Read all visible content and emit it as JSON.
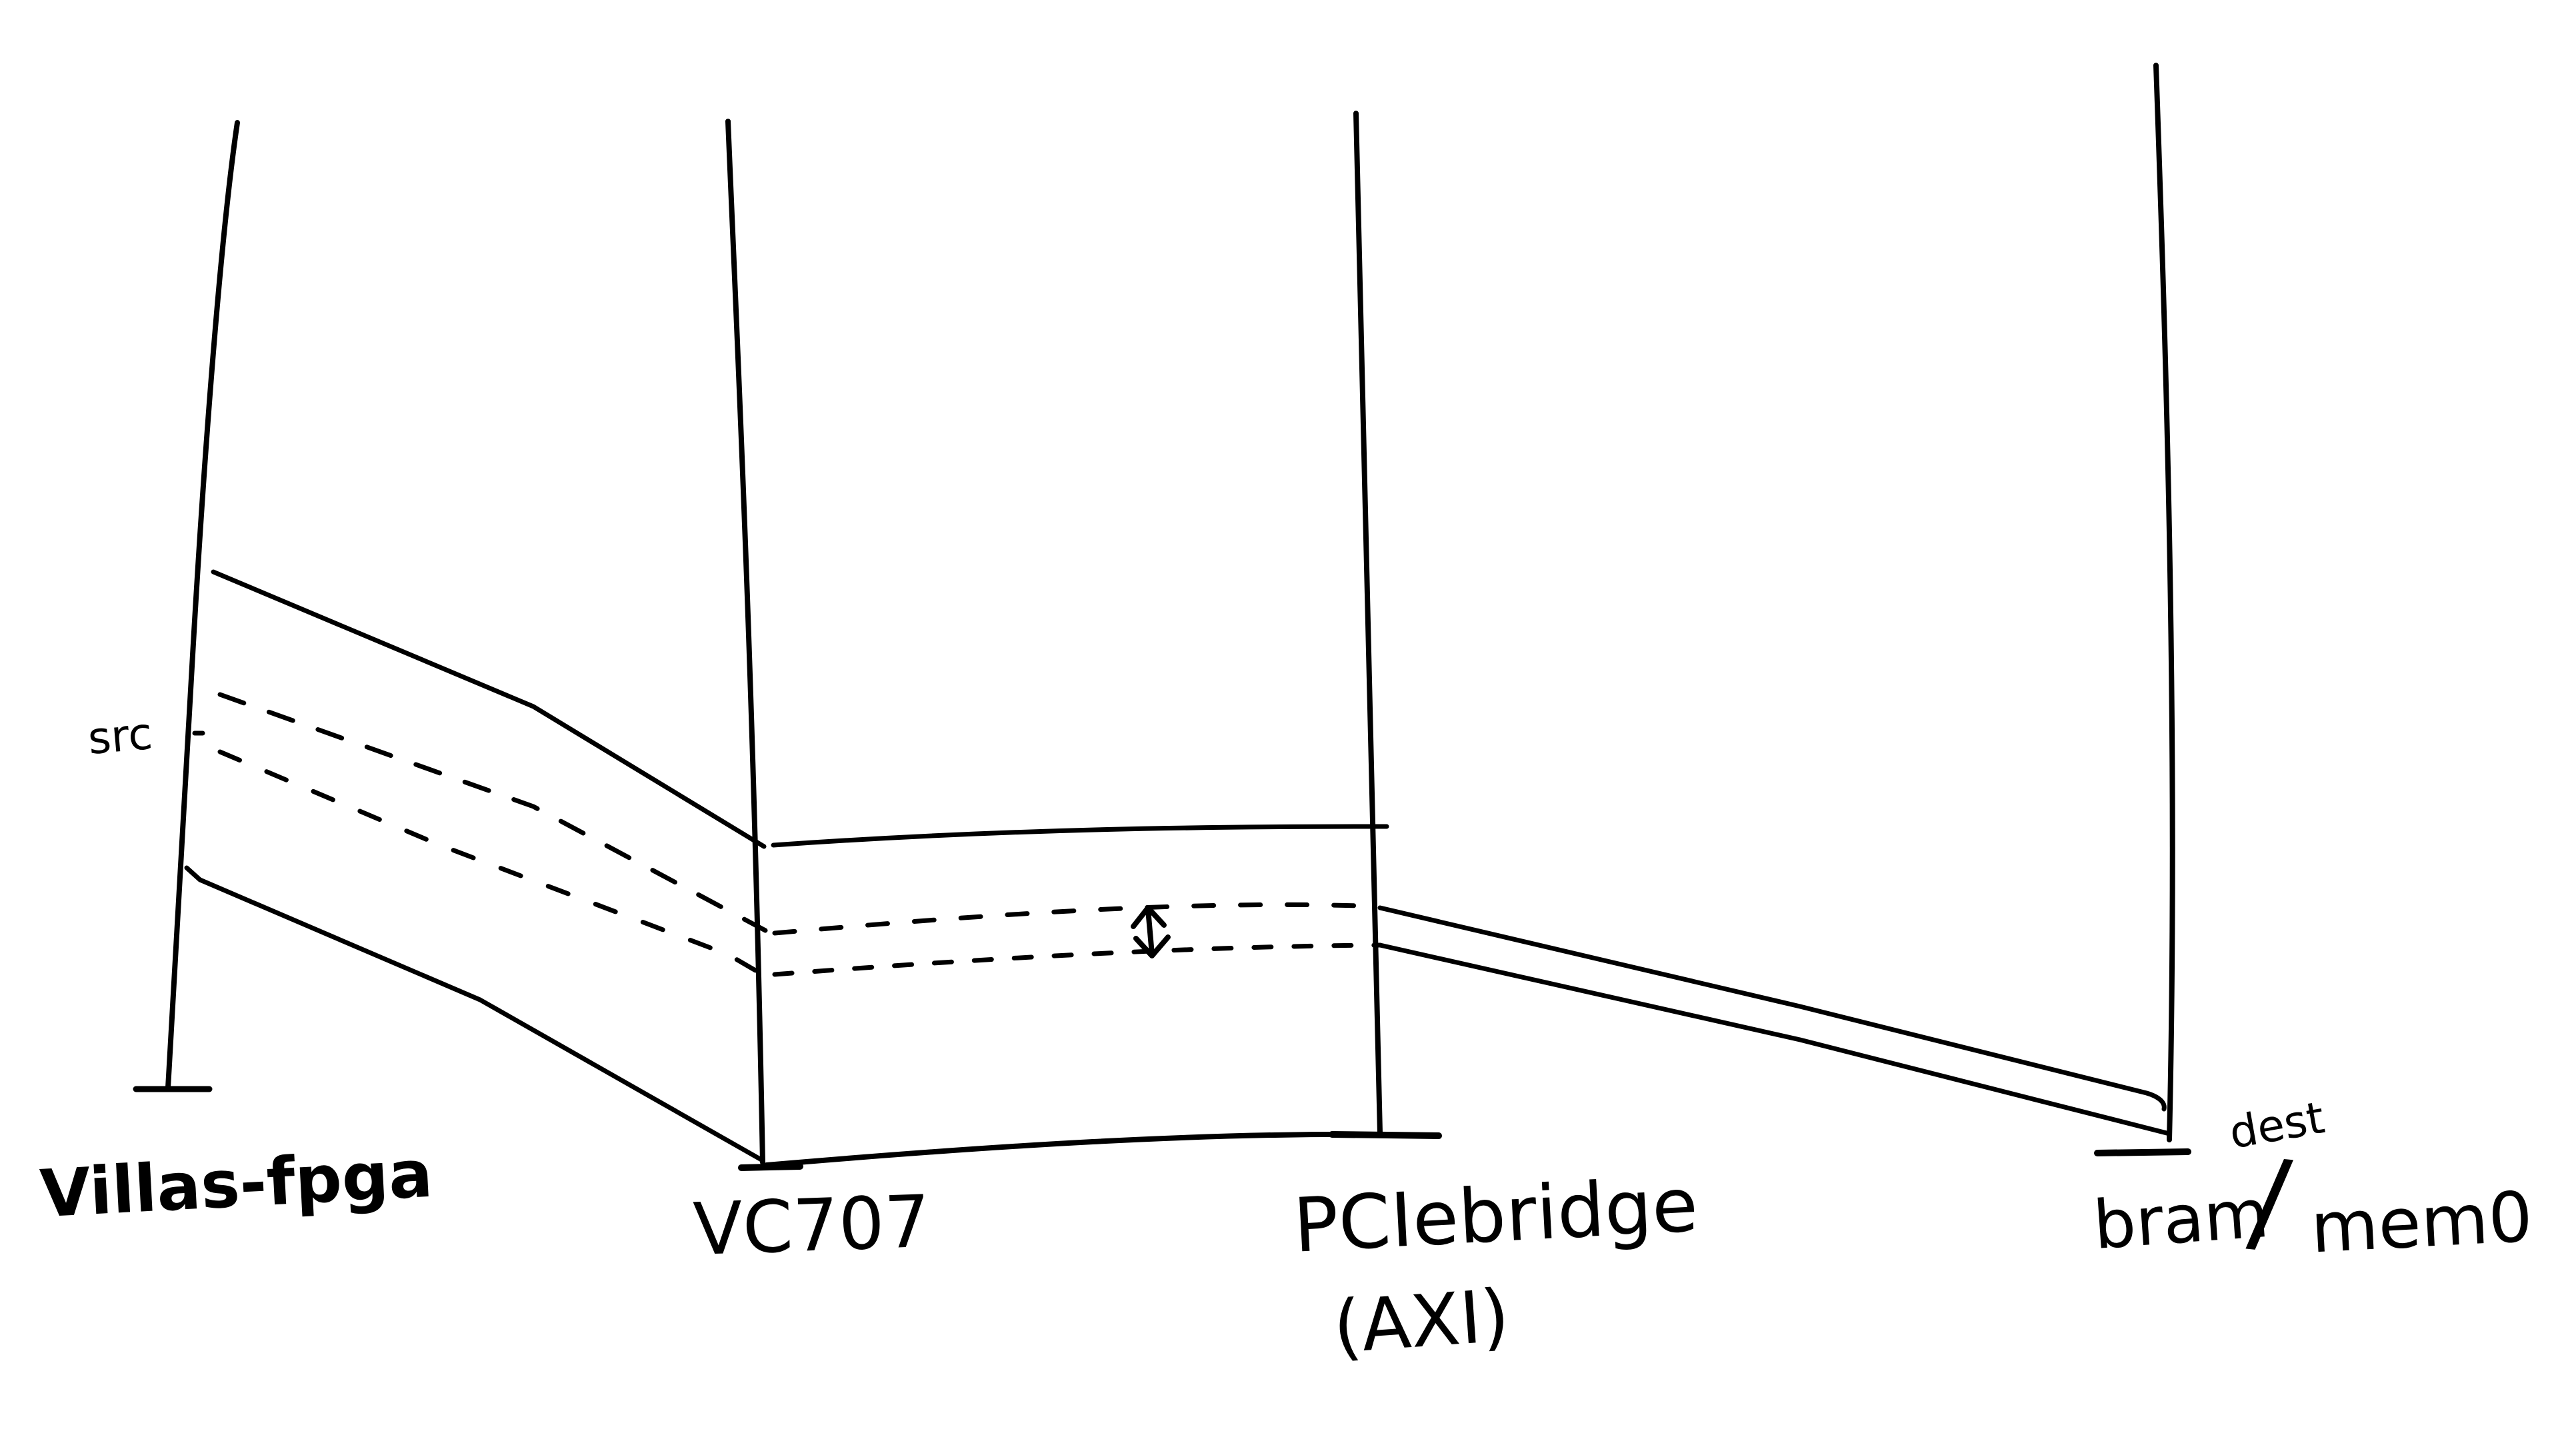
{
  "colors": {
    "ink": "#000000",
    "paper": "#ffffff"
  },
  "nodes": [
    {
      "id": "villas",
      "label": "Villas-fpga"
    },
    {
      "id": "vc707",
      "label": "VC707"
    },
    {
      "id": "pciebridge",
      "label": "PCIebridge",
      "sublabel": "(AXI)"
    },
    {
      "id": "bram",
      "label": "bram",
      "slash": "/",
      "label2": "mem0"
    }
  ],
  "annotations": {
    "src": "src",
    "dest": "dest",
    "size_arrow": "⇕"
  }
}
